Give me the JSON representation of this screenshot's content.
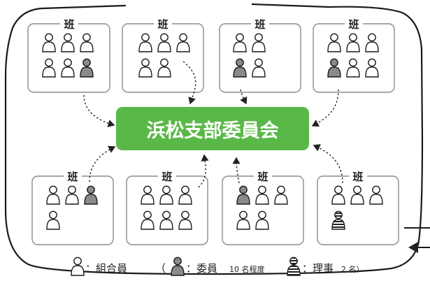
{
  "group_label": "班",
  "center_label": "浜松支部委員会",
  "groups": [
    {
      "rows": [
        [
          "m",
          "m",
          "m"
        ],
        [
          "m",
          "m",
          "c"
        ]
      ]
    },
    {
      "rows": [
        [
          "m",
          "m",
          "m"
        ],
        [
          "m",
          "m"
        ]
      ]
    },
    {
      "rows": [
        [
          "m",
          "m"
        ],
        [
          "c",
          "m"
        ]
      ]
    },
    {
      "rows": [
        [
          "m",
          "m",
          "m"
        ],
        [
          "c",
          "m",
          "m"
        ]
      ]
    },
    {
      "rows": [
        [
          "m",
          "m",
          "c"
        ],
        [
          "m"
        ]
      ]
    },
    {
      "rows": [
        [
          "m",
          "m",
          "m"
        ],
        [
          "m",
          "m",
          "m"
        ]
      ]
    },
    {
      "rows": [
        [
          "c",
          "m",
          "m"
        ],
        [
          "m",
          "m"
        ]
      ]
    },
    {
      "rows": [
        [
          "m",
          "m",
          "m"
        ],
        [
          "d"
        ]
      ]
    }
  ],
  "legend": {
    "member_label": "：組合員",
    "open_paren": "（",
    "committee_label": "：委員",
    "committee_count": "10 名程度",
    "director_label": "：理事",
    "director_count": "2 名）"
  },
  "colors": {
    "center_fill": "#5ab848",
    "committee_fill": "#8a8a8a",
    "box_stroke": "#8c8c8c"
  }
}
